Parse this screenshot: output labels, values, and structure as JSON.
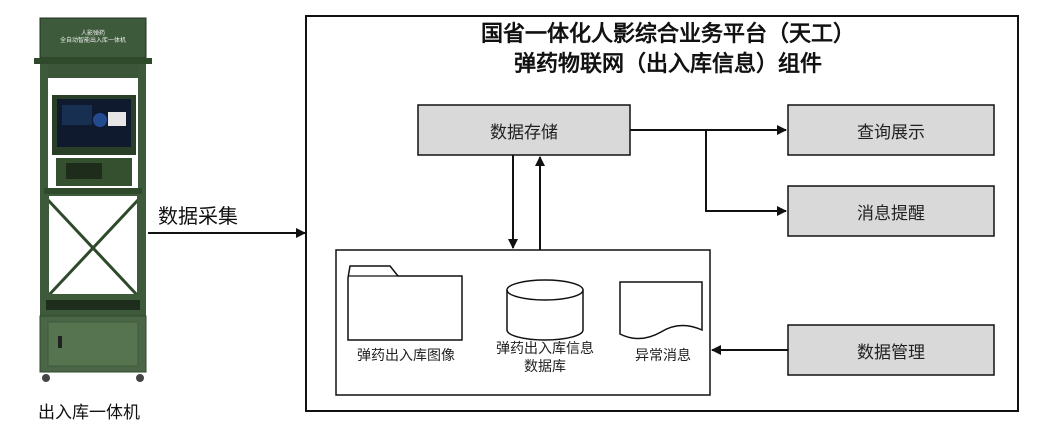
{
  "machine": {
    "sign_text": [
      "人影弹药",
      "全自动智能出入库一体机"
    ],
    "caption": "出入库一体机"
  },
  "flow_label": "数据采集",
  "platform": {
    "title_line1": "国省一体化人影综合业务平台（天工）",
    "title_line2": "弹药物联网（出入库信息）组件"
  },
  "nodes": {
    "storage": "数据存储",
    "query": "查询展示",
    "alert": "消息提醒",
    "management": "数据管理"
  },
  "db": {
    "image": "弹药出入库图像",
    "db_line1": "弹药出入库信息",
    "db_line2": "数据库",
    "exception": "异常消息"
  },
  "colors": {
    "node_fill": "#d9d9d9",
    "machine_green": "#3d5a3a",
    "stroke": "#111111"
  }
}
